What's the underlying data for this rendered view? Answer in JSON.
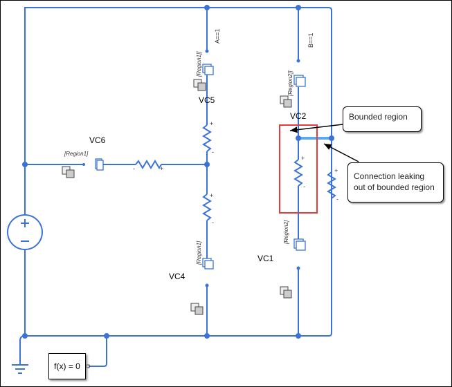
{
  "blocks": {
    "vc": [
      "VC1",
      "VC2",
      "VC4",
      "VC5",
      "VC6"
    ],
    "conditions": {
      "a": "A==1",
      "b": "B==1"
    },
    "goto_tags": {
      "region1": "[Region1]",
      "region1_from": "[Region1]]",
      "region2": "[Region2]",
      "region2_from": "[Region2]]"
    },
    "solver_label": "f(x) = 0",
    "plus": "+",
    "minus": "-"
  },
  "annotations": {
    "bounded": "Bounded region",
    "leak": "Connection leaking out of bounded region"
  },
  "colors": {
    "wire": "#3a72d8",
    "highlight": "#5aa8f0",
    "region_box": "#e83a3a"
  }
}
